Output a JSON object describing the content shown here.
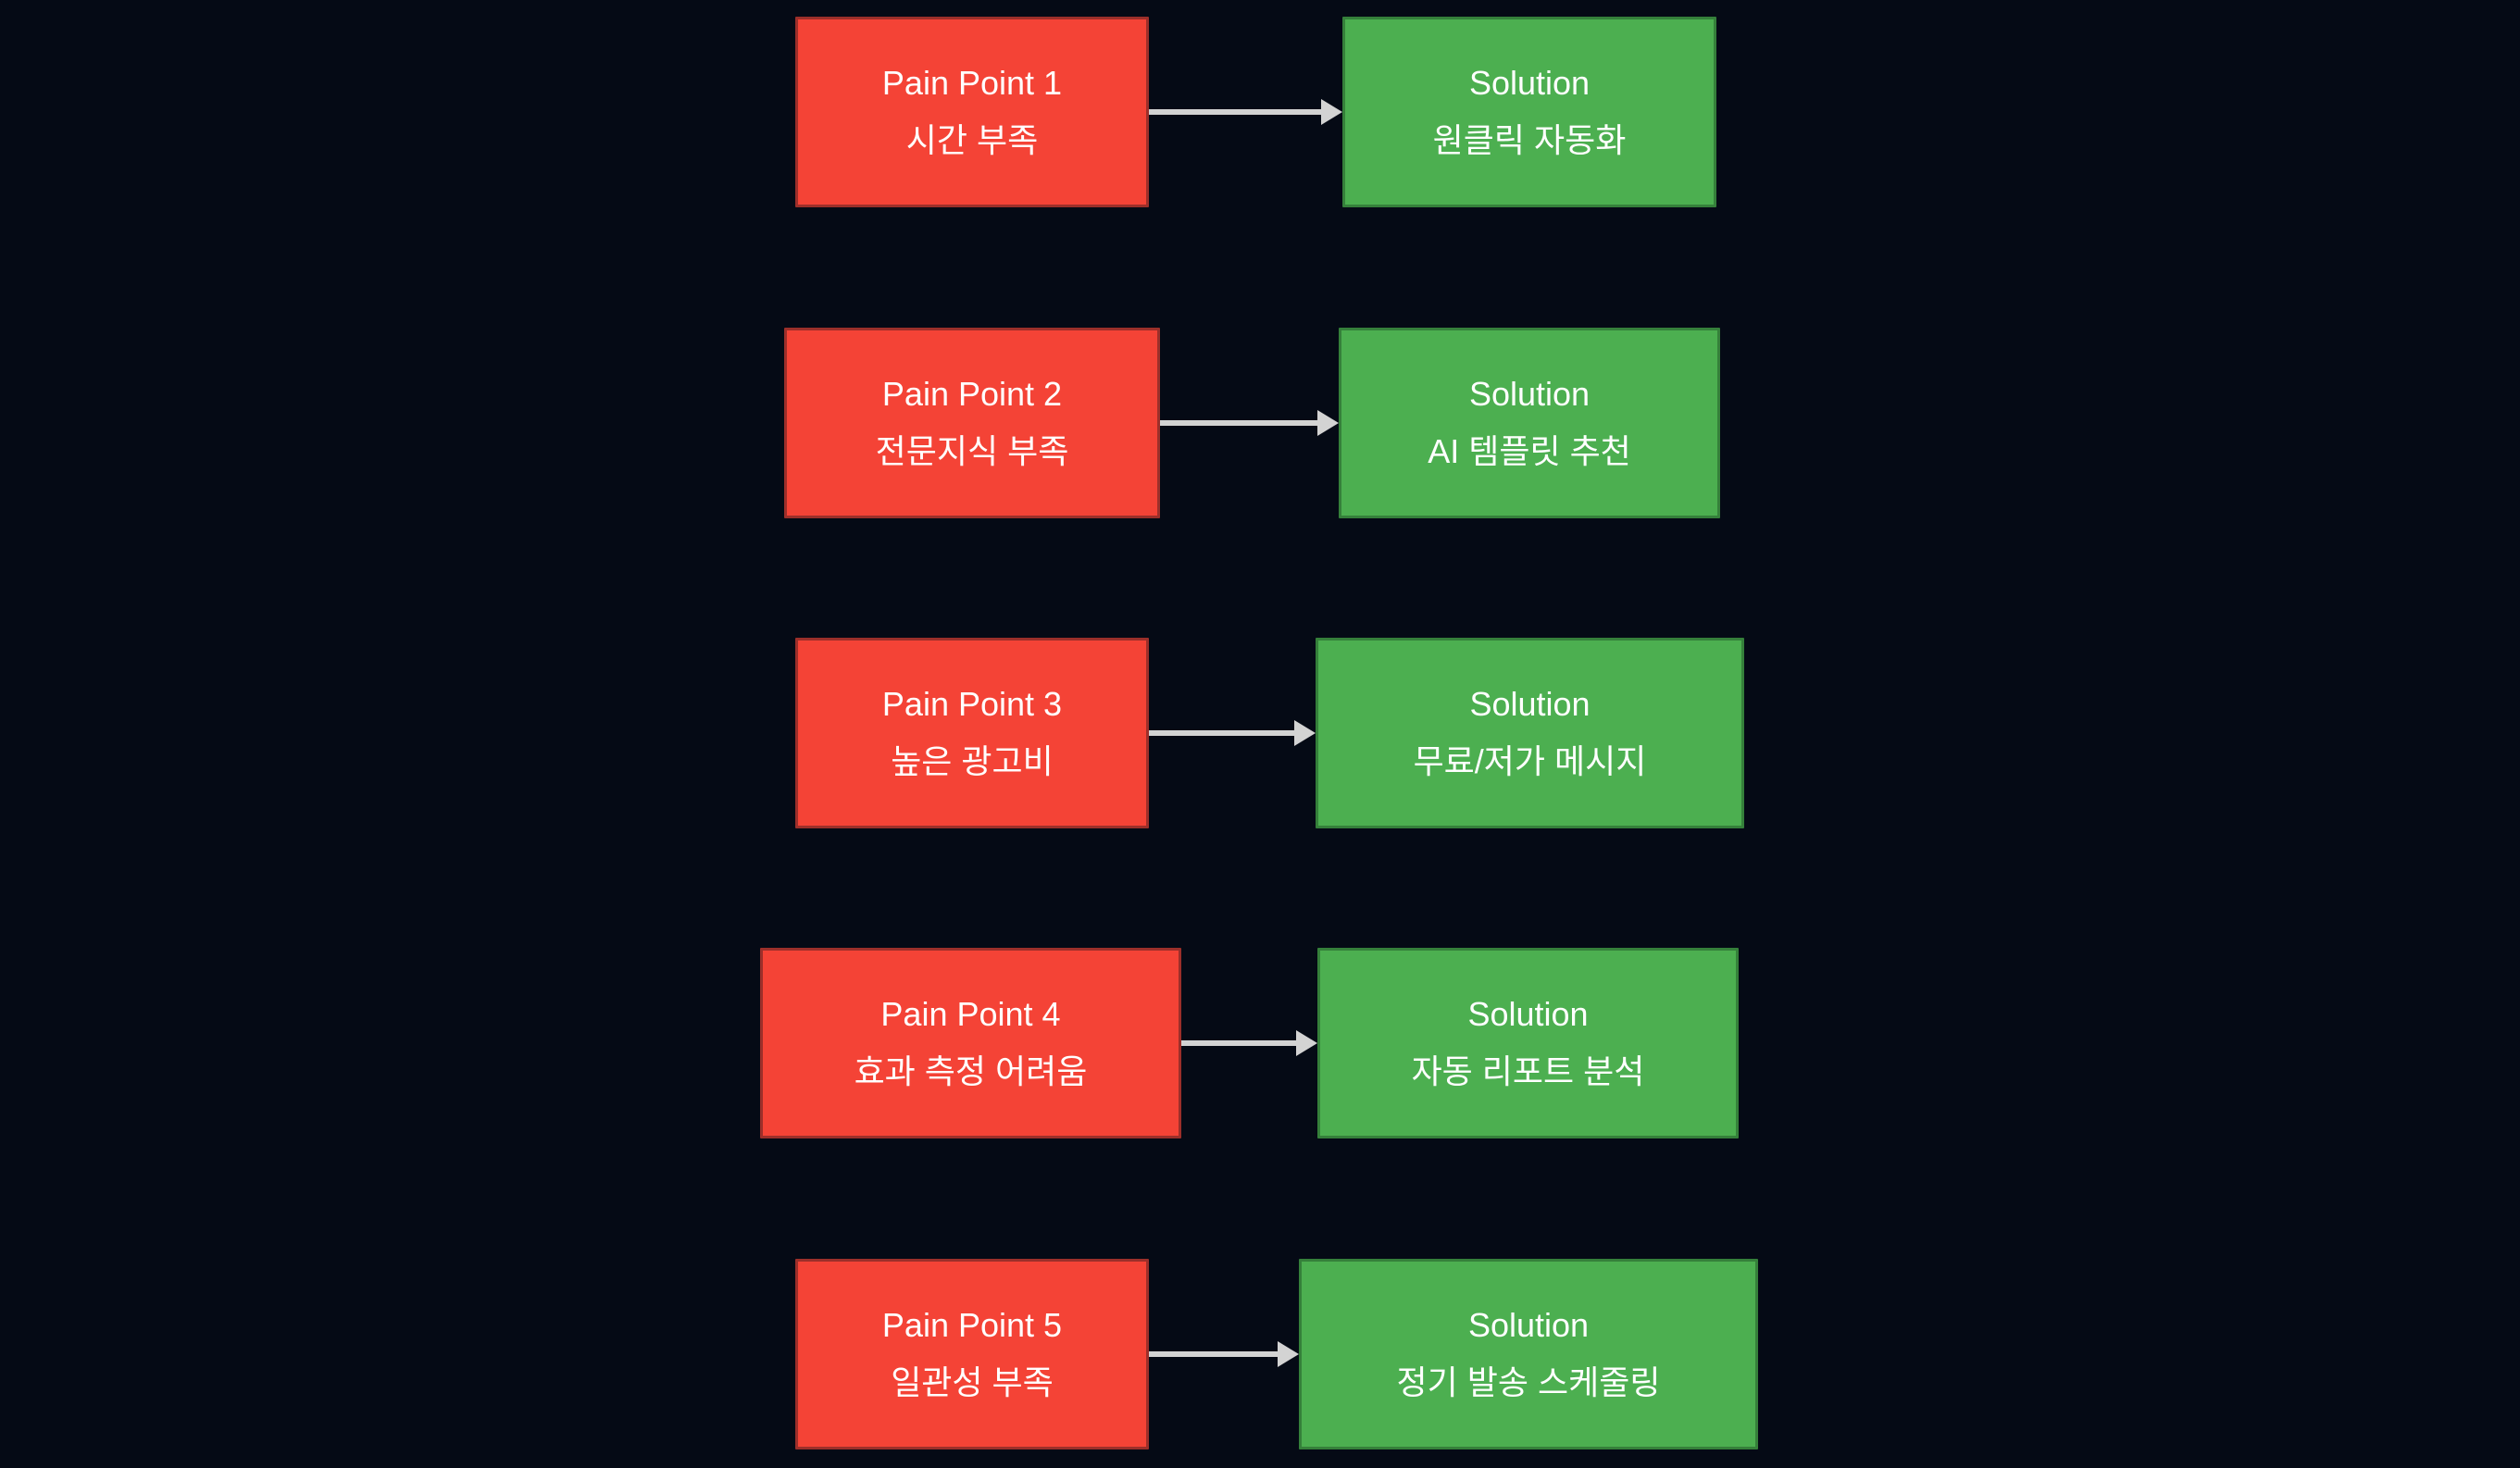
{
  "colors": {
    "background": "#050a15",
    "pain_fill": "#f44336",
    "pain_border": "#9c2f2a",
    "solution_fill": "#4caf50",
    "solution_border": "#35803a",
    "arrow": "#d3d3d3",
    "text": "#ffffff"
  },
  "rows": [
    {
      "pain_title": "Pain Point 1",
      "pain_text": "시간 부족",
      "solution_title": "Solution",
      "solution_text": "원클릭 자동화"
    },
    {
      "pain_title": "Pain Point 2",
      "pain_text": "전문지식 부족",
      "solution_title": "Solution",
      "solution_text": "AI 템플릿 추천"
    },
    {
      "pain_title": "Pain Point 3",
      "pain_text": "높은 광고비",
      "solution_title": "Solution",
      "solution_text": "무료/저가 메시지"
    },
    {
      "pain_title": "Pain Point 4",
      "pain_text": "효과 측정 어려움",
      "solution_title": "Solution",
      "solution_text": "자동 리포트 분석"
    },
    {
      "pain_title": "Pain Point 5",
      "pain_text": "일관성 부족",
      "solution_title": "Solution",
      "solution_text": "정기 발송 스케줄링"
    }
  ]
}
